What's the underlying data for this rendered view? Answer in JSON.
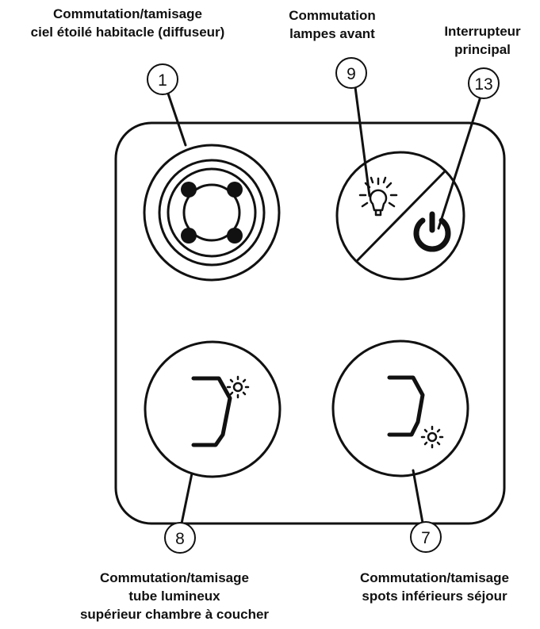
{
  "labels": {
    "top_left": [
      "Commutation/tamisage",
      "ciel étoilé habitacle (diffuseur)"
    ],
    "top_mid": [
      "Commutation",
      "lampes avant"
    ],
    "top_right": [
      "Interrupteur",
      "principal"
    ],
    "bottom_left": [
      "Commutation/tamisage",
      "tube lumineux",
      "supérieur chambre à coucher"
    ],
    "bottom_right": [
      "Commutation/tamisage",
      "spots inférieurs séjour"
    ]
  },
  "callouts": {
    "c1": "1",
    "c9": "9",
    "c13": "13",
    "c8": "8",
    "c7": "7"
  },
  "icons": {
    "top_left_button": "starry-sky-dimmer-icon",
    "top_right_button": "front-lamp-and-power-icon",
    "bottom_left_button": "upper-light-tube-icon",
    "bottom_right_button": "lower-spots-icon"
  },
  "colors": {
    "line": "#111111",
    "background": "#ffffff"
  }
}
